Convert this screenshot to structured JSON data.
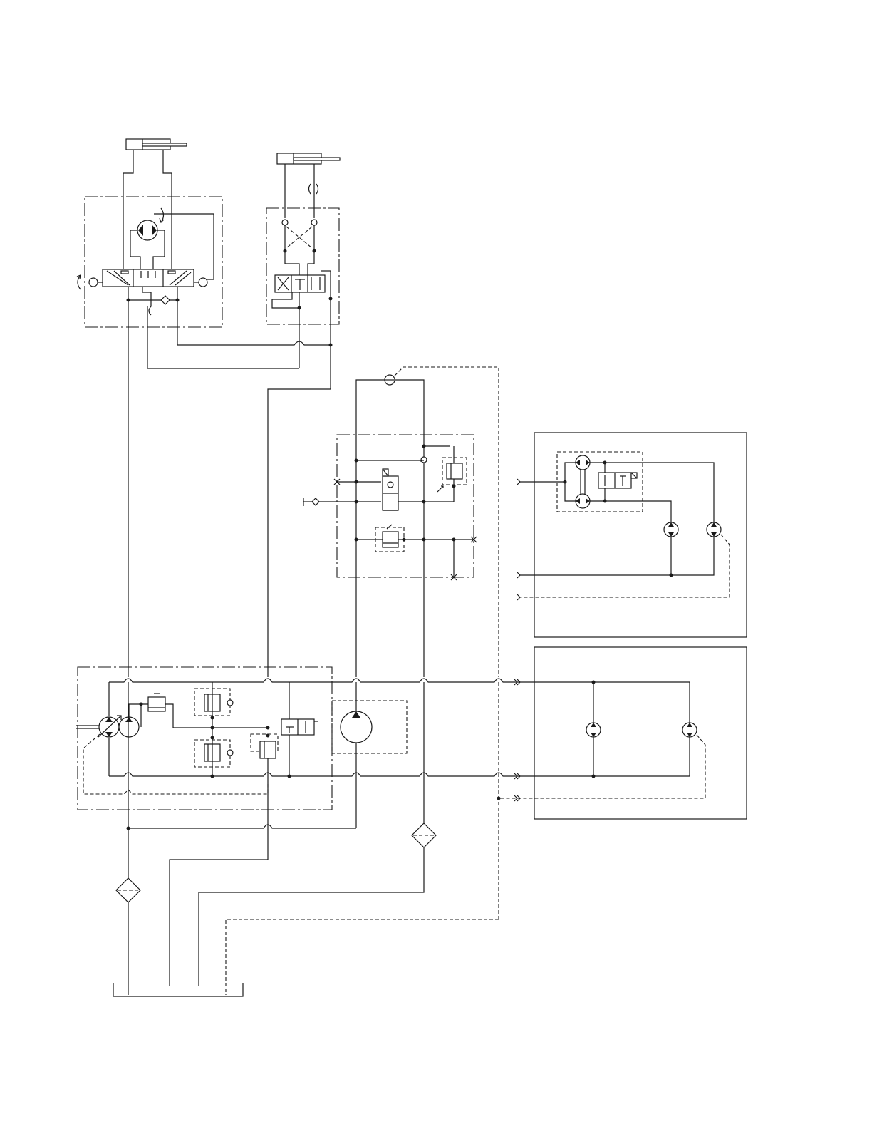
{
  "diagram": {
    "type": "hydraulic-schematic",
    "colors": {
      "line": "#1a1a1a",
      "background": "#ffffff"
    },
    "components": [
      "steering-cylinder",
      "lift-cylinder",
      "steering-control-valve",
      "lift-control-valve",
      "brake-valve-block",
      "drive-motor-block-upper",
      "drive-motor-block-lower",
      "hydrostatic-pump-assembly",
      "charge-pump",
      "return-filter",
      "suction-filter",
      "reservoir"
    ]
  }
}
